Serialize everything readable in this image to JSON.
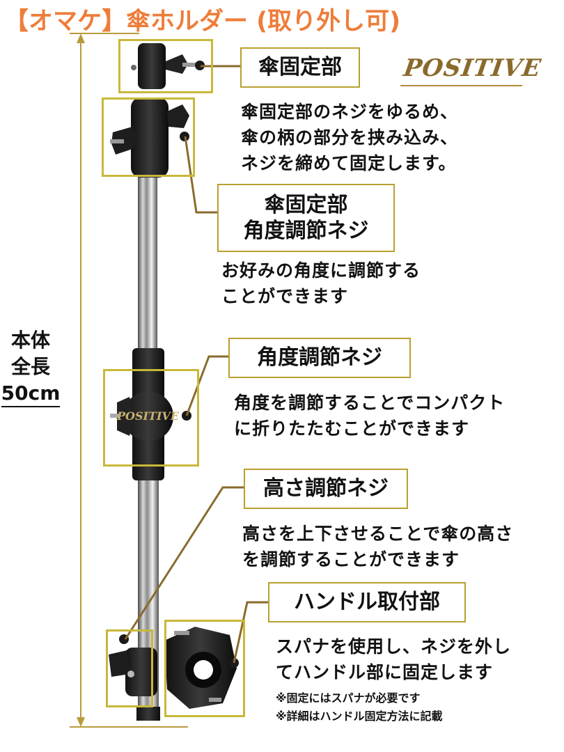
{
  "header": {
    "title": "【オマケ】傘ホルダー (取り外し可)",
    "brand": "POSITIVE"
  },
  "dimension": {
    "line1": "本体",
    "line2": "全長",
    "length": "50cm"
  },
  "callouts": [
    {
      "label": "傘固定部",
      "description": [
        "傘固定部のネジをゆるめ、",
        "傘の柄の部分を挟み込み、",
        "ネジを締めて固定します。"
      ]
    },
    {
      "label_line1": "傘固定部",
      "label_line2": "角度調節ネジ",
      "description": [
        "お好みの角度に調節する",
        "ことができます"
      ]
    },
    {
      "label": "角度調節ネジ",
      "description": [
        "角度を調節することでコンパクト",
        "に折りたたむことができます"
      ]
    },
    {
      "label": "高さ調節ネジ",
      "description": [
        "高さを上下させることで傘の高さ",
        "を調節することができます"
      ]
    },
    {
      "label": "ハンドル取付部",
      "description": [
        "スパナを使用し、ネジを外し",
        "てハンドル部に固定します"
      ],
      "notes": [
        "※固定にはスパナが必要です",
        "※詳細はハンドル固定方法に記載"
      ]
    }
  ],
  "product": {
    "engraving": "POSITIVE"
  },
  "colors": {
    "title": "#ee7d3a",
    "frame": "#c8b83a",
    "leader": "#8a6a2c",
    "brand": "#8a6a2c"
  }
}
